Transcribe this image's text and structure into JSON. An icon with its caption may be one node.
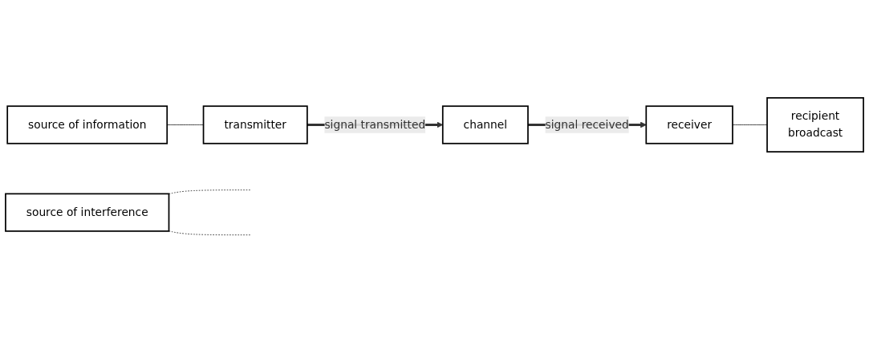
{
  "diagram": {
    "nodes": [
      {
        "text": [
          "source of information"
        ]
      },
      {
        "text": [
          "transmitter"
        ]
      },
      {
        "text": [
          "channel"
        ]
      },
      {
        "text": [
          "source of interference"
        ]
      },
      {
        "text": [
          "receiver"
        ]
      },
      {
        "text": [
          "recipient",
          "broadcast"
        ]
      }
    ],
    "edges": [
      {
        "from": 0,
        "to": 1,
        "arrow": "none"
      },
      {
        "from": 1,
        "to": 2,
        "arrow": "to",
        "label": "signal transmitted",
        "style": "thick"
      },
      {
        "from": 2,
        "to": 4,
        "arrow": "to",
        "label": "signal received",
        "style": "thick"
      },
      {
        "from": 4,
        "to": 5,
        "arrow": "none"
      },
      {
        "from": 3,
        "to": null,
        "arrow": "none",
        "style": "dashed"
      },
      {
        "from": 3,
        "to": null,
        "arrow": "none",
        "style": "dashed"
      }
    ]
  }
}
